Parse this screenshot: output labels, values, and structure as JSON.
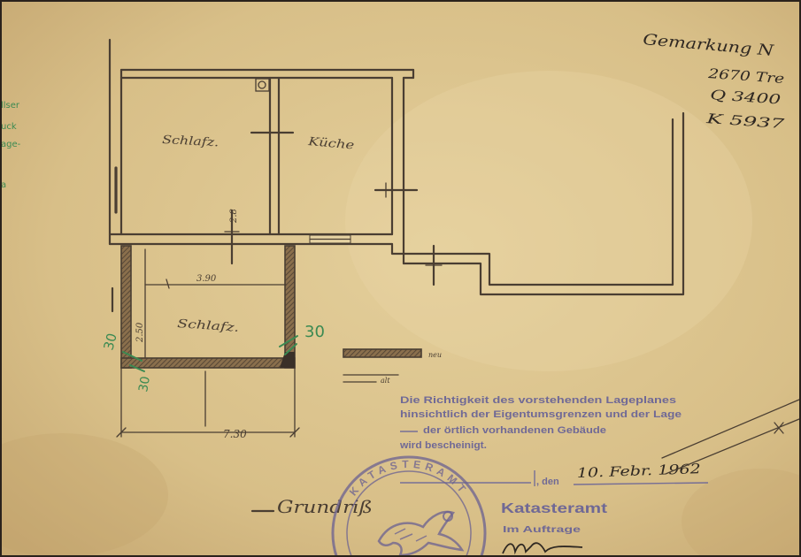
{
  "document": {
    "title": "Grundriß",
    "header_note": {
      "line1": "Gemarkung N",
      "line2": "2670 Tre",
      "line3": "Q 3400",
      "line4": "K 5937"
    },
    "margin_note": [
      "llser",
      "uck",
      "age-",
      "a"
    ],
    "rooms": {
      "upper_left": "Schlafz.",
      "upper_right": "Küche",
      "lower": "Schlafz."
    },
    "dimensions": {
      "door_width": "2.8",
      "lower_room_width": "3.90",
      "lower_room_depth": "2.50",
      "overall_width": "7.30"
    },
    "green_marks": [
      "30",
      "30",
      "30"
    ],
    "legend": {
      "new": "neu",
      "old": "alt"
    },
    "certification": {
      "lines": [
        "Die Richtigkeit des vorstehenden Lageplanes",
        "hinsichtlich der Eigentumsgrenzen und der Lage",
        "der örtlich vorhandenen Gebäude",
        "wird bescheinigt."
      ],
      "date_prefix": ", den",
      "date": "10. Febr. 1962",
      "office": "Katasteramt",
      "on_behalf": "Im Auftrage",
      "signature": "Alm"
    },
    "seal": {
      "text": "KATASTERAMT"
    }
  },
  "colors": {
    "paper": "#d9c08a",
    "ink": "#4a3e32",
    "stamp": "#5e5a98",
    "green": "#3b8a52",
    "seal": "#6a6092"
  }
}
